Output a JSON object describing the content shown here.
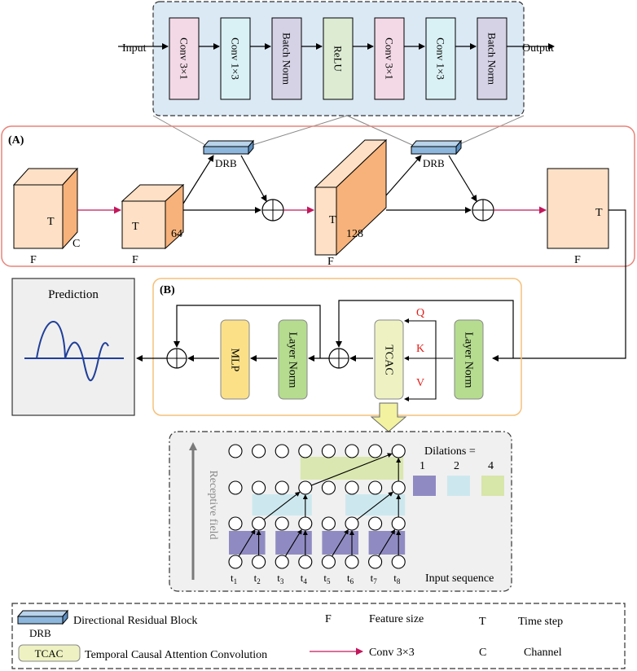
{
  "drb_block": {
    "input": "Input",
    "output": "Output",
    "layers": [
      {
        "label": "Conv 3×1",
        "color": "#f3d9e6"
      },
      {
        "label": "Conv 1×3",
        "color": "#d9f1f4"
      },
      {
        "label": "Batch Norm",
        "color": "#d6d2e6"
      },
      {
        "label": "ReLU",
        "color": "#dcebd2"
      },
      {
        "label": "Conv 3×1",
        "color": "#f3d9e6"
      },
      {
        "label": "Conv 1×3",
        "color": "#d9f1f4"
      },
      {
        "label": "Batch Norm",
        "color": "#d6d2e6"
      }
    ]
  },
  "section_a": {
    "label": "(A)",
    "drb1": "DRB",
    "drb2": "DRB",
    "cube1": {
      "t": "T",
      "c": "C",
      "f": "F"
    },
    "cube2": {
      "t": "T",
      "ch": "64",
      "f": "F"
    },
    "cube3": {
      "t": "T",
      "ch": "128",
      "f": "F"
    },
    "cube4": {
      "t": "T",
      "f": "F"
    }
  },
  "section_b": {
    "label": "(B)",
    "mlp": "MLP",
    "layernorm1": "Layer Norm",
    "tcac": "TCAC",
    "layernorm2": "Layer Norm",
    "q": "Q",
    "k": "K",
    "v": "V"
  },
  "prediction": {
    "title": "Prediction"
  },
  "tcn": {
    "dilations_title": "Dilations =",
    "dilations": [
      {
        "value": "1",
        "color": "#8f8bc2"
      },
      {
        "value": "2",
        "color": "#cce8ee"
      },
      {
        "value": "4",
        "color": "#d7e6a9"
      }
    ],
    "receptive_field": "Receptive field",
    "input_sequence": "Input sequence",
    "time_steps": [
      "t",
      "t",
      "t",
      "t",
      "t",
      "t",
      "t",
      "t"
    ],
    "time_subs": [
      "1",
      "2",
      "3",
      "4",
      "5",
      "6",
      "7",
      "8"
    ]
  },
  "legend": {
    "drb_icon_label": "DRB",
    "drb_desc": "Directional Residual Block",
    "tcac_icon_label": "TCAC",
    "tcac_desc": "Temporal Causal Attention Convolution",
    "f_sym": "F",
    "f_desc": "Feature size",
    "t_sym": "T",
    "t_desc": "Time step",
    "c_sym": "C",
    "c_desc": "Channel",
    "conv_desc": "Conv 3×3"
  },
  "colors": {
    "section_a_border": "#e8847a",
    "section_b_border": "#f5c07a",
    "drb_bg": "#dbe9f5",
    "cube_face": "#fde0c5",
    "cube_side": "#f6b27a",
    "conv_arrow": "#c2185b",
    "qkv": "#e0201b",
    "wave": "#1f3f99"
  }
}
